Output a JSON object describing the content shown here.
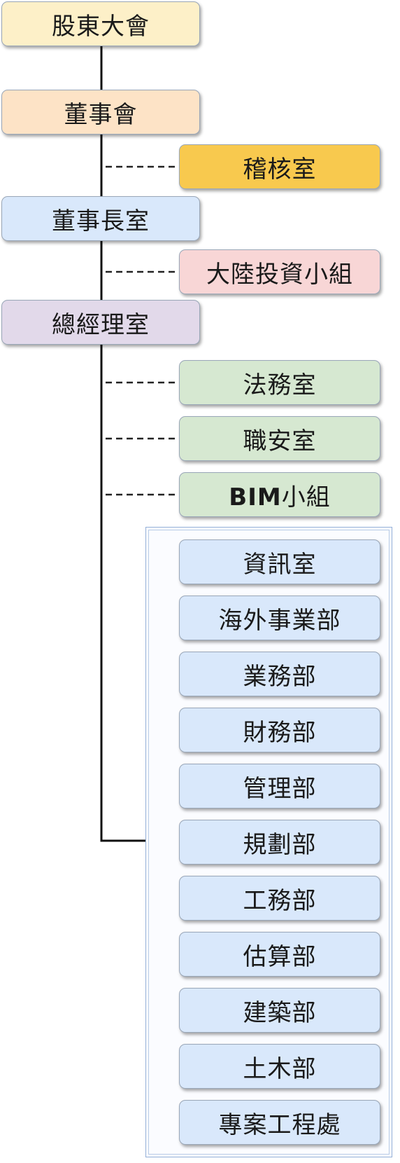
{
  "org_chart": {
    "main": [
      {
        "id": "shareholders",
        "label": "股東大會",
        "fill": "#fdf0c8"
      },
      {
        "id": "board",
        "label": "董事會",
        "fill": "#fde3c6"
      },
      {
        "id": "chairman",
        "label": "董事長室",
        "fill": "#d9e8fb"
      },
      {
        "id": "gm",
        "label": "總經理室",
        "fill": "#e2d9ea"
      }
    ],
    "staff": [
      {
        "id": "audit",
        "label": "稽核室",
        "fill": "#f8c94e",
        "parent": "board"
      },
      {
        "id": "china",
        "label": "大陸投資小組",
        "fill": "#f8d6d6",
        "parent": "chairman"
      },
      {
        "id": "legal",
        "label": "法務室",
        "fill": "#d6e8d1",
        "parent": "gm"
      },
      {
        "id": "safety",
        "label": "職安室",
        "fill": "#d6e8d1",
        "parent": "gm"
      },
      {
        "id": "bim",
        "label_bold": "BIM",
        "label_rest": "小組",
        "fill": "#d6e8d1",
        "parent": "gm"
      }
    ],
    "departments": {
      "fill": "#d9e8fb",
      "items": [
        {
          "id": "it",
          "label": "資訊室"
        },
        {
          "id": "overseas",
          "label": "海外事業部"
        },
        {
          "id": "sales",
          "label": "業務部"
        },
        {
          "id": "finance",
          "label": "財務部"
        },
        {
          "id": "management",
          "label": "管理部"
        },
        {
          "id": "planning",
          "label": "規劃部"
        },
        {
          "id": "engineering",
          "label": "工務部"
        },
        {
          "id": "estimation",
          "label": "估算部"
        },
        {
          "id": "construction",
          "label": "建築部"
        },
        {
          "id": "civil",
          "label": "土木部"
        },
        {
          "id": "project",
          "label": "專案工程處"
        }
      ]
    },
    "colors": {
      "solid_line": "#111111",
      "dashed_line": "#222222",
      "node_border": "#9aa7b8",
      "group_border": "#93afd8"
    }
  }
}
